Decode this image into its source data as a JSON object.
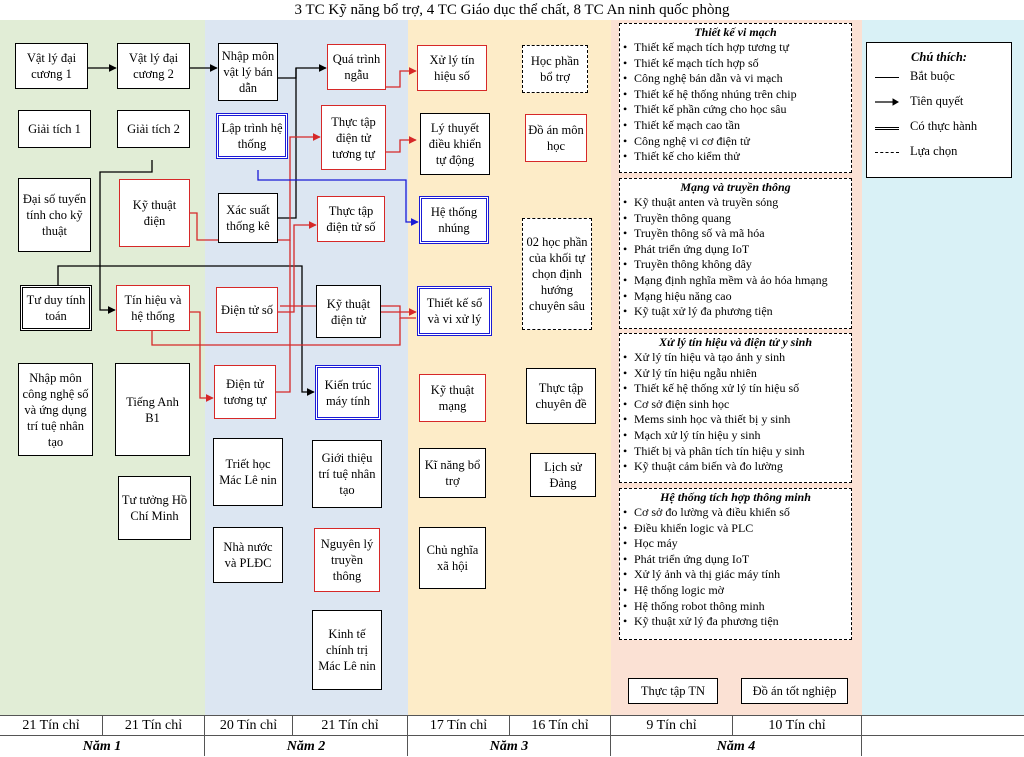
{
  "header": {
    "title": "3 TC Kỹ năng bổ trợ, 4 TC Giáo dục thể chất, 8 TC An ninh quốc phòng"
  },
  "colors": {
    "y1": "#e1edd6",
    "y2": "#dce6f2",
    "y3": "#fdecc8",
    "y4": "#fbe1d4",
    "legend_bg": "#d9f1f6",
    "red": "#d62828",
    "blue": "#1a1ad6"
  },
  "semesters": [
    "21 Tín chỉ",
    "21 Tín chỉ",
    "20 Tín chỉ",
    "21 Tín chỉ",
    "17 Tín chỉ",
    "16 Tín chỉ",
    "9 Tín chỉ",
    "10 Tín chỉ"
  ],
  "years": [
    "Năm 1",
    "Năm 2",
    "Năm 3",
    "Năm 4"
  ],
  "courses": {
    "vatly1": "Vật lý đại cương 1",
    "vatly2": "Vật lý đại cương 2",
    "giaitich1": "Giải tích 1",
    "giaitich2": "Giải tích 2",
    "daiso": "Đại số tuyến tính cho kỹ thuật",
    "kythuatdien": "Kỹ thuật điện",
    "tuduy": "Tư duy tính toán",
    "tinhieu": "Tín hiệu và hệ thống",
    "nhapmon_cn": "Nhập môn công nghệ số và ứng dụng trí tuệ nhân tạo",
    "tienganh": "Tiếng Anh B1",
    "tutuong": "Tư tưởng Hồ Chí Minh",
    "nhapmon_vlbd": "Nhập môn vật lý bán dẫn",
    "laptrinh": "Lập trình hệ thống",
    "xacsuat": "Xác suất thống kê",
    "dientuso": "Điện tử số",
    "dientutt": "Điện tử tương tự",
    "triethoc": "Triết học Mác Lê nin",
    "nhanuoc": "Nhà nước và PLĐC",
    "quatrinh": "Quá trình ngẫu",
    "thuctap_tt": "Thực tập điện tử tương tự",
    "thuctap_so": "Thực tập điện tử số",
    "kythuatdientu": "Kỹ thuật điện tử",
    "kientruc": "Kiến trúc máy tính",
    "gioithieu": "Giới thiệu trí tuệ nhân tạo",
    "nguyenly": "Nguyên lý truyền thông",
    "kinhte": "Kinh tế chính trị Mác Lê nin",
    "xulytinhieu": "Xử lý tín hiệu số",
    "lythuyet": "Lý thuyết điều khiển tự động",
    "hethongnhung": "Hệ thống nhúng",
    "thietkeso": "Thiết kế số và vi xử lý",
    "kythuatmang": "Kỹ thuật mạng",
    "kinang": "Kĩ năng bổ trợ",
    "chunghia": "Chủ nghĩa xã hội",
    "hocphanbotro": "Học phần bổ trợ",
    "doan": "Đồ án môn học",
    "hocphan02": "02 học phần của khối tự chọn định hướng chuyên sâu",
    "thuctapcd": "Thực tập chuyên đề",
    "lichsu": "Lịch sử Đảng",
    "thuctaptn": "Thực tập TN",
    "doantn": "Đồ án tốt nghiệp"
  },
  "panels": [
    {
      "title": "Thiết kế vi mạch",
      "items": [
        "Thiết kế mạch tích hợp tương tự",
        "Thiết kế mạch tích hợp số",
        "Công nghệ bán dẫn và vi mạch",
        "Thiết kế hệ thống nhúng trên chip",
        "Thiết kế phần cứng cho học sâu",
        "Thiết kế mạch cao tần",
        "Công nghệ vi cơ điện tử",
        "Thiết kế cho kiểm thử"
      ]
    },
    {
      "title": "Mạng và truyền thông",
      "items": [
        "Kỹ thuật anten và truyền sóng",
        "Truyền thông quang",
        "Truyền thông số và mã hóa",
        "Phát triển ứng dụng IoT",
        "Truyền thông không dây",
        "Mạng định nghĩa mềm và ảo hóa hmạng",
        "Mạng hiệu năng cao",
        "Kỹ tuật xử lý đa phương tiện"
      ]
    },
    {
      "title": "Xử lý tín hiệu và điện tử y sinh",
      "items": [
        "Xử lý tín hiệu và tạo ảnh y sinh",
        "Xử lý tín hiệu ngẫu nhiên",
        "Thiết kế hệ thống xử lý tín hiệu số",
        "Cơ sở điện sinh học",
        "Mems sinh học và thiết bị y sinh",
        "Mạch xử lý tín hiệu y sinh",
        "Thiết bị và phân tích tín hiệu y sinh",
        "Kỹ thuật cảm biến và đo lường"
      ]
    },
    {
      "title": "Hệ thống tích hợp thông minh",
      "items": [
        "Cơ sở đo lường và điều khiển số",
        "Điều khiển logic và PLC",
        "Học máy",
        "Phát triển ứng dụng IoT",
        "Xử lý ảnh và thị giác máy tính",
        "Hệ thống logic mờ",
        "Hệ thống robot thông minh",
        "Kỹ thuật xử lý đa phương tiện"
      ]
    }
  ],
  "legend": {
    "title": "Chú thích:",
    "items": [
      "Bắt buộc",
      "Tiên quyết",
      "Có thực hành",
      "Lựa chọn"
    ]
  }
}
